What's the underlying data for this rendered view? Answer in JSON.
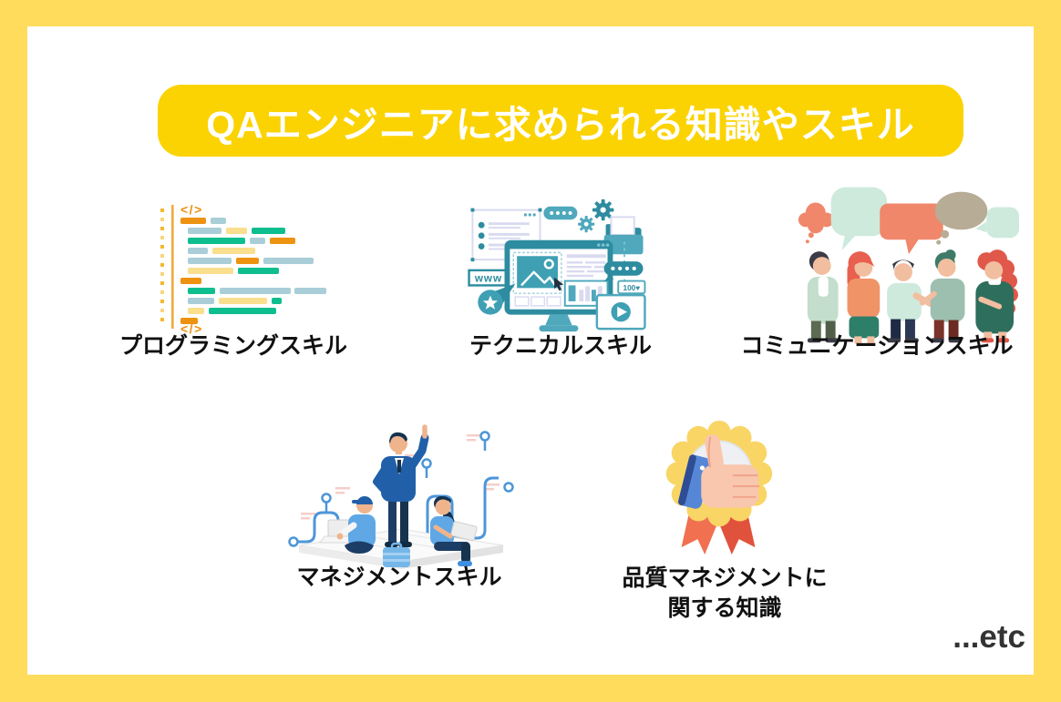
{
  "poster": {
    "title": "QAエンジニアに求められる知識やスキル",
    "etc": "...etc"
  },
  "skills": [
    {
      "label": "プログラミングスキル",
      "icon": "code-editor-icon"
    },
    {
      "label": "テクニカルスキル",
      "icon": "web-development-monitor-icon"
    },
    {
      "label": "コミュニケーションスキル",
      "icon": "people-talking-icon"
    },
    {
      "label": "マネジメントスキル",
      "icon": "team-management-icon"
    },
    {
      "label": "品質マネジメントに",
      "label2": "関する知識",
      "icon": "quality-thumbs-up-badge-icon"
    }
  ],
  "decor": {
    "code_tag": "</>",
    "www_label": "www",
    "likes_label": "100♥"
  },
  "colors": {
    "frame_yellow": "#FFDC5C",
    "card_white": "#FFFFFF",
    "banner_yellow": "#FBD303",
    "banner_text": "#FFFFFF",
    "label_black": "#111111",
    "etc_gray": "#333333",
    "code_orange": "#EE9211",
    "code_green": "#0FBE8E",
    "code_bluegray": "#A9CED8",
    "code_yellow": "#F9DF8E",
    "teal_dark": "#2E8CA0",
    "teal_mid": "#4FA8BC",
    "lavender": "#D9DAF0",
    "coral_bubble": "#F0876B",
    "mint_bubble": "#CDEADD",
    "taupe_bubble": "#B7AC95",
    "suit_blue": "#2160A8",
    "light_blue": "#5FA8E5",
    "navy": "#16334F",
    "flow_blue": "#4D96D8",
    "badge_yellow": "#F9D565",
    "badge_inner": "#EFF0F4",
    "ribbon_red": "#E1523C",
    "ribbon_orange": "#F07050",
    "hand_peach": "#F9C6AE",
    "sleeve_blue": "#5587D6"
  }
}
